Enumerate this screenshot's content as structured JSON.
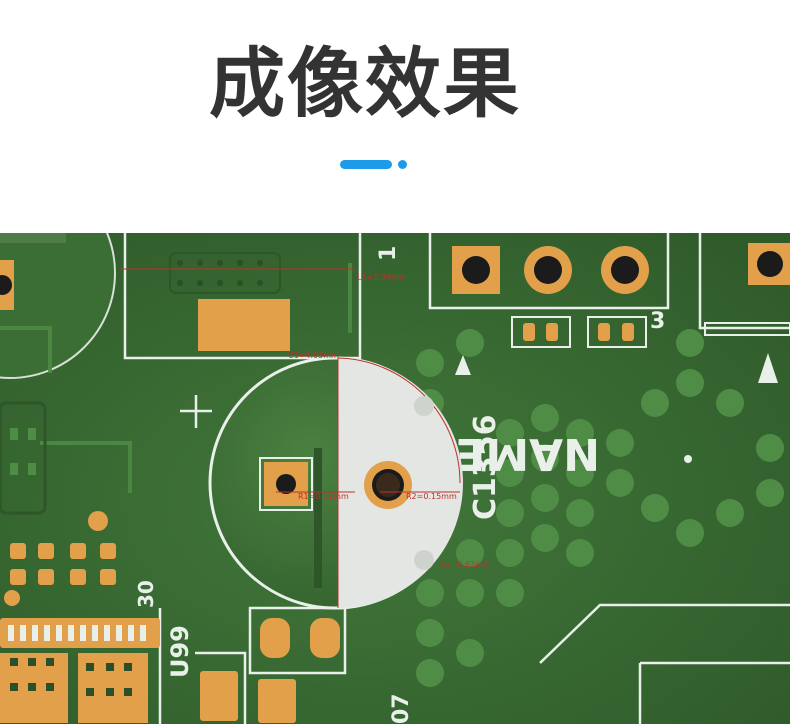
{
  "title": "成像效果",
  "colors": {
    "title": "#333333",
    "accent": "#1e9be8",
    "board": "#3a6a33",
    "copper": "#e2a04a",
    "silkscreen": "#e9f0ea",
    "measure": "#c0302c"
  },
  "photo": {
    "silkscreen_labels": {
      "c1356": "C1356",
      "name_hp": "NAME Hp",
      "u99": "U99",
      "num_30": "30",
      "num_3": "3",
      "num_1": "1",
      "num_07": "07"
    },
    "measurements": {
      "l1": "L1=1.36mm",
      "c1": "C1=4.05mm",
      "r1": "R1=0.11mm",
      "r2": "R2=0.15mm",
      "r3": "R3=0.62mm"
    }
  }
}
